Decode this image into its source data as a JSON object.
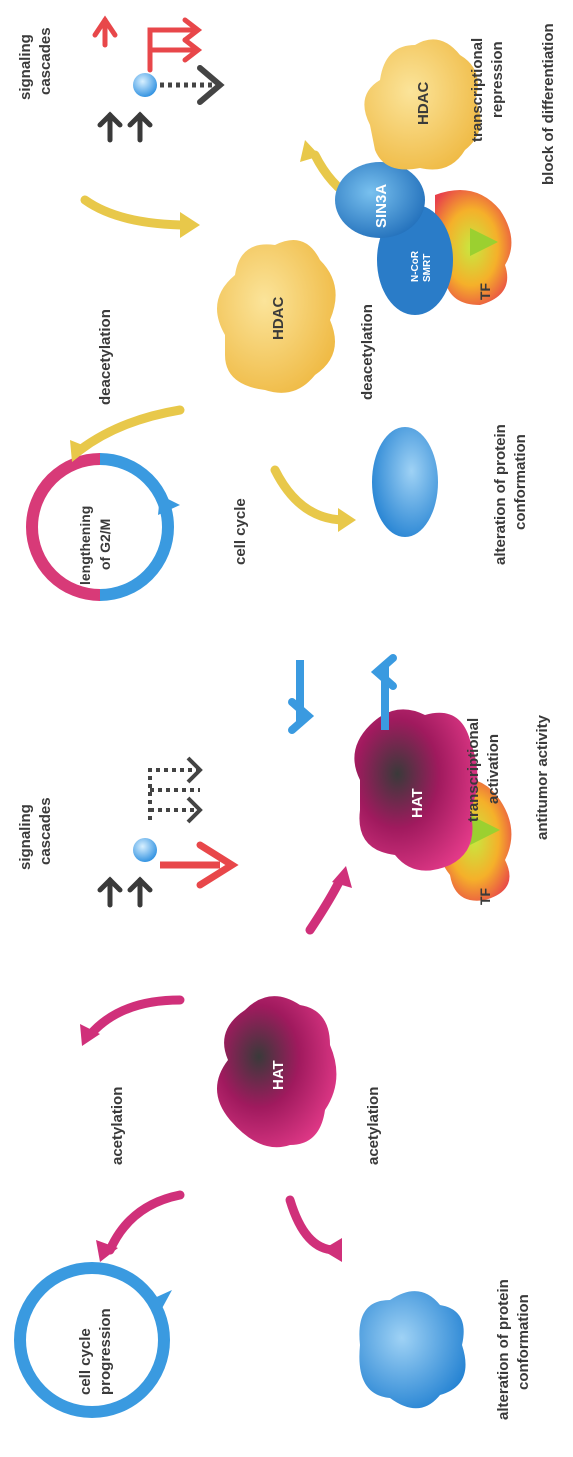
{
  "labels": {
    "cell_cycle_progression_1": "cell cycle",
    "cell_cycle_progression_2": "progression",
    "acetylation_top": "acetylation",
    "acetylation_bottom": "acetylation",
    "hat_center": "HAT",
    "hat_tf_complex": "HAT",
    "tf_left": "TF",
    "signaling_left_1": "signaling",
    "signaling_left_2": "cascades",
    "alteration_left_1": "alteration of protein",
    "alteration_left_2": "conformation",
    "transcriptional_activation_1": "transcriptional",
    "transcriptional_activation_2": "activation",
    "antitumor_activity": "antitumor activity",
    "lengthening_1": "lengthening",
    "lengthening_2": "of G2/M",
    "cell_cycle": "cell cycle",
    "deacetylation_top": "deacetylation",
    "deacetylation_bottom": "deacetylation",
    "hdac_center": "HDAC",
    "hdac_right": "HDAC",
    "sin3a": "SIN3A",
    "ncor_1": "N-CoR",
    "ncor_2": "SMRT",
    "tf_right": "TF",
    "signaling_right_1": "signaling",
    "signaling_right_2": "cascades",
    "alteration_right_1": "alteration of protein",
    "alteration_right_2": "conformation",
    "transcriptional_repression_1": "transcriptional",
    "transcriptional_repression_2": "repression",
    "block_of_differentiation": "block of differentiation"
  },
  "colors": {
    "blue": "#3a9ae0",
    "magenta": "#d0307a",
    "yellow": "#f2c34a",
    "red": "#e8474a",
    "dark": "#3a3a3a"
  }
}
